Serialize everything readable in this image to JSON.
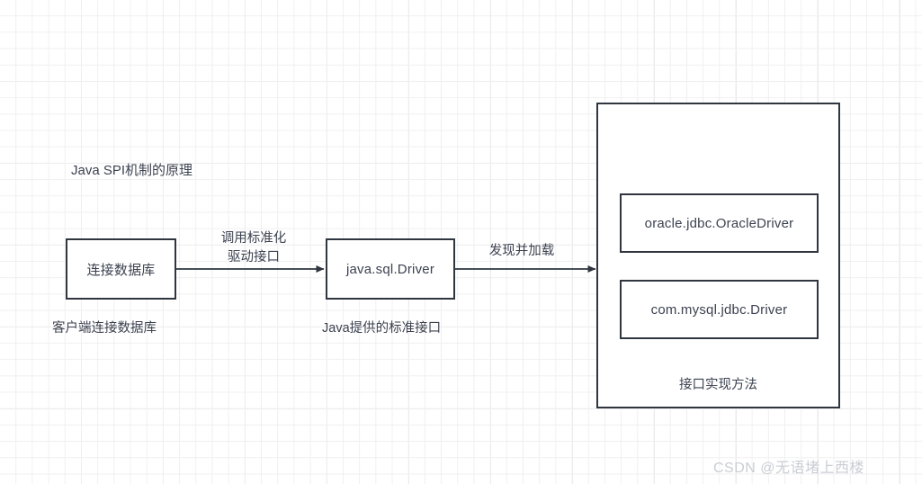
{
  "diagram": {
    "title": "Java SPI机制的原理",
    "nodes": [
      {
        "id": "client",
        "label": "连接数据库",
        "caption": "客户端连接数据库"
      },
      {
        "id": "spi",
        "label": "java.sql.Driver",
        "caption": "Java提供的标准接口"
      }
    ],
    "container": {
      "caption": "接口实现方法",
      "items": [
        {
          "id": "oracle-driver",
          "label": "oracle.jdbc.OracleDriver"
        },
        {
          "id": "mysql-driver",
          "label": "com.mysql.jdbc.Driver"
        }
      ]
    },
    "edges": [
      {
        "id": "edge-call",
        "line1": "调用标准化",
        "line2": "驱动接口"
      },
      {
        "id": "edge-load",
        "line1": "发现并加载",
        "line2": ""
      }
    ],
    "colors": {
      "stroke": "#2f3640",
      "text": "#3c4250",
      "grid_minor": "#f0f0f0",
      "grid_major": "#e6e6e6",
      "watermark": "#c9cdd4",
      "background": "#ffffff"
    }
  },
  "watermark": {
    "text": "CSDN @无语堵上西楼"
  }
}
